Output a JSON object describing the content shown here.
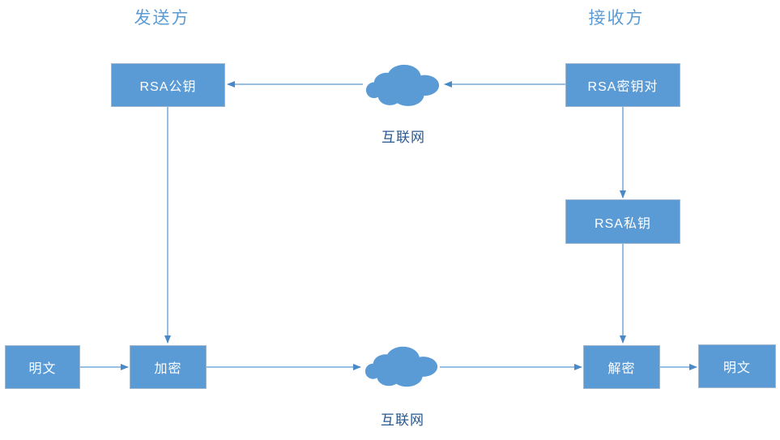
{
  "titles": {
    "sender": "发送方",
    "receiver": "接收方"
  },
  "nodes": {
    "rsa_public_key": "RSA公钥",
    "rsa_key_pair": "RSA密钥对",
    "rsa_private_key": "RSA私钥",
    "plaintext_left": "明文",
    "encrypt": "加密",
    "decrypt": "解密",
    "plaintext_right": "明文"
  },
  "internet": {
    "top_label": "互联网",
    "bottom_label": "互联网"
  },
  "edges": [
    {
      "from": "rsa_key_pair",
      "to": "internet_top",
      "direction": "left"
    },
    {
      "from": "internet_top",
      "to": "rsa_public_key",
      "direction": "left"
    },
    {
      "from": "rsa_key_pair",
      "to": "rsa_private_key",
      "direction": "down"
    },
    {
      "from": "rsa_public_key",
      "to": "encrypt",
      "direction": "down"
    },
    {
      "from": "rsa_private_key",
      "to": "decrypt",
      "direction": "down"
    },
    {
      "from": "plaintext_left",
      "to": "encrypt",
      "direction": "right"
    },
    {
      "from": "encrypt",
      "to": "internet_bottom",
      "direction": "right"
    },
    {
      "from": "internet_bottom",
      "to": "decrypt",
      "direction": "right"
    },
    {
      "from": "decrypt",
      "to": "plaintext_right",
      "direction": "right"
    }
  ],
  "colors": {
    "node_fill": "#5b9bd5",
    "node_border": "#a3b8cc",
    "node_text": "#ffffff",
    "section_title_text": "#5b9bd5",
    "internet_label_text": "#28588f",
    "connector_line": "#5b9bd5",
    "arrowhead": "#4a89c8",
    "cloud_fill": "#5b9bd5",
    "background": "#ffffff"
  }
}
